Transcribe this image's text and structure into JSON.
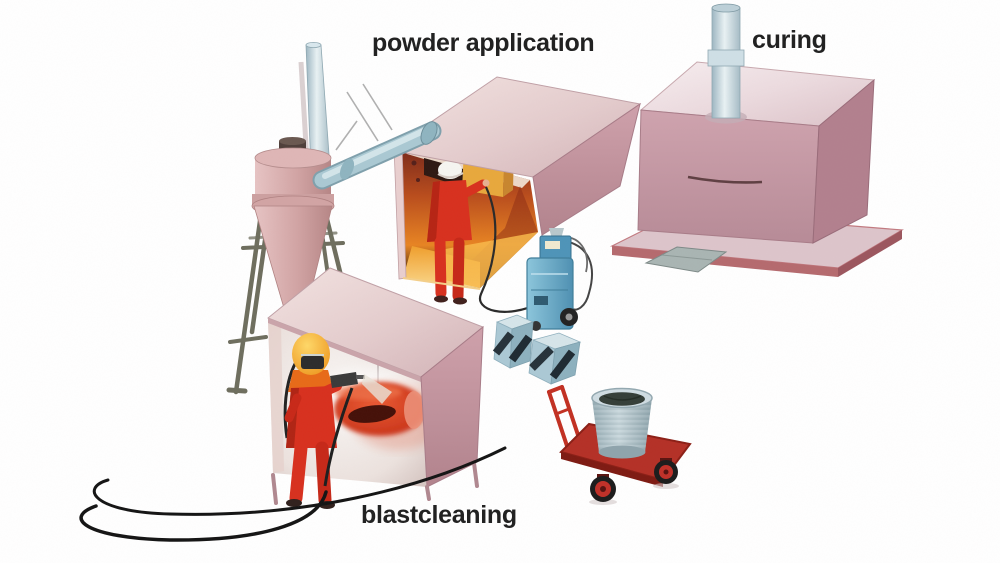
{
  "figure": {
    "stations": [
      {
        "id": "blastcleaning",
        "label": "blastcleaning"
      },
      {
        "id": "powder-application",
        "label": "powder application"
      },
      {
        "id": "curing",
        "label": "curing"
      }
    ]
  },
  "labels": {
    "powder_application": "powder application",
    "curing": "curing",
    "blastcleaning": "blastcleaning"
  },
  "colors": {
    "background": "#ffffff",
    "cabinet_pink": "#c79ba6",
    "cabinet_light_pink": "#ecdde0",
    "interior_orange": "#f09a28",
    "interior_dark_red": "#7e2a1a",
    "worker_suit_red": "#d8301e",
    "blast_helmet_orange": "#f0a030",
    "duct_blue": "#a9c8d2",
    "feed_unit_blue": "#5aa0c0",
    "trolley_red": "#b43026",
    "drum_grey": "#b8c9d0",
    "label_text": "#222222"
  }
}
